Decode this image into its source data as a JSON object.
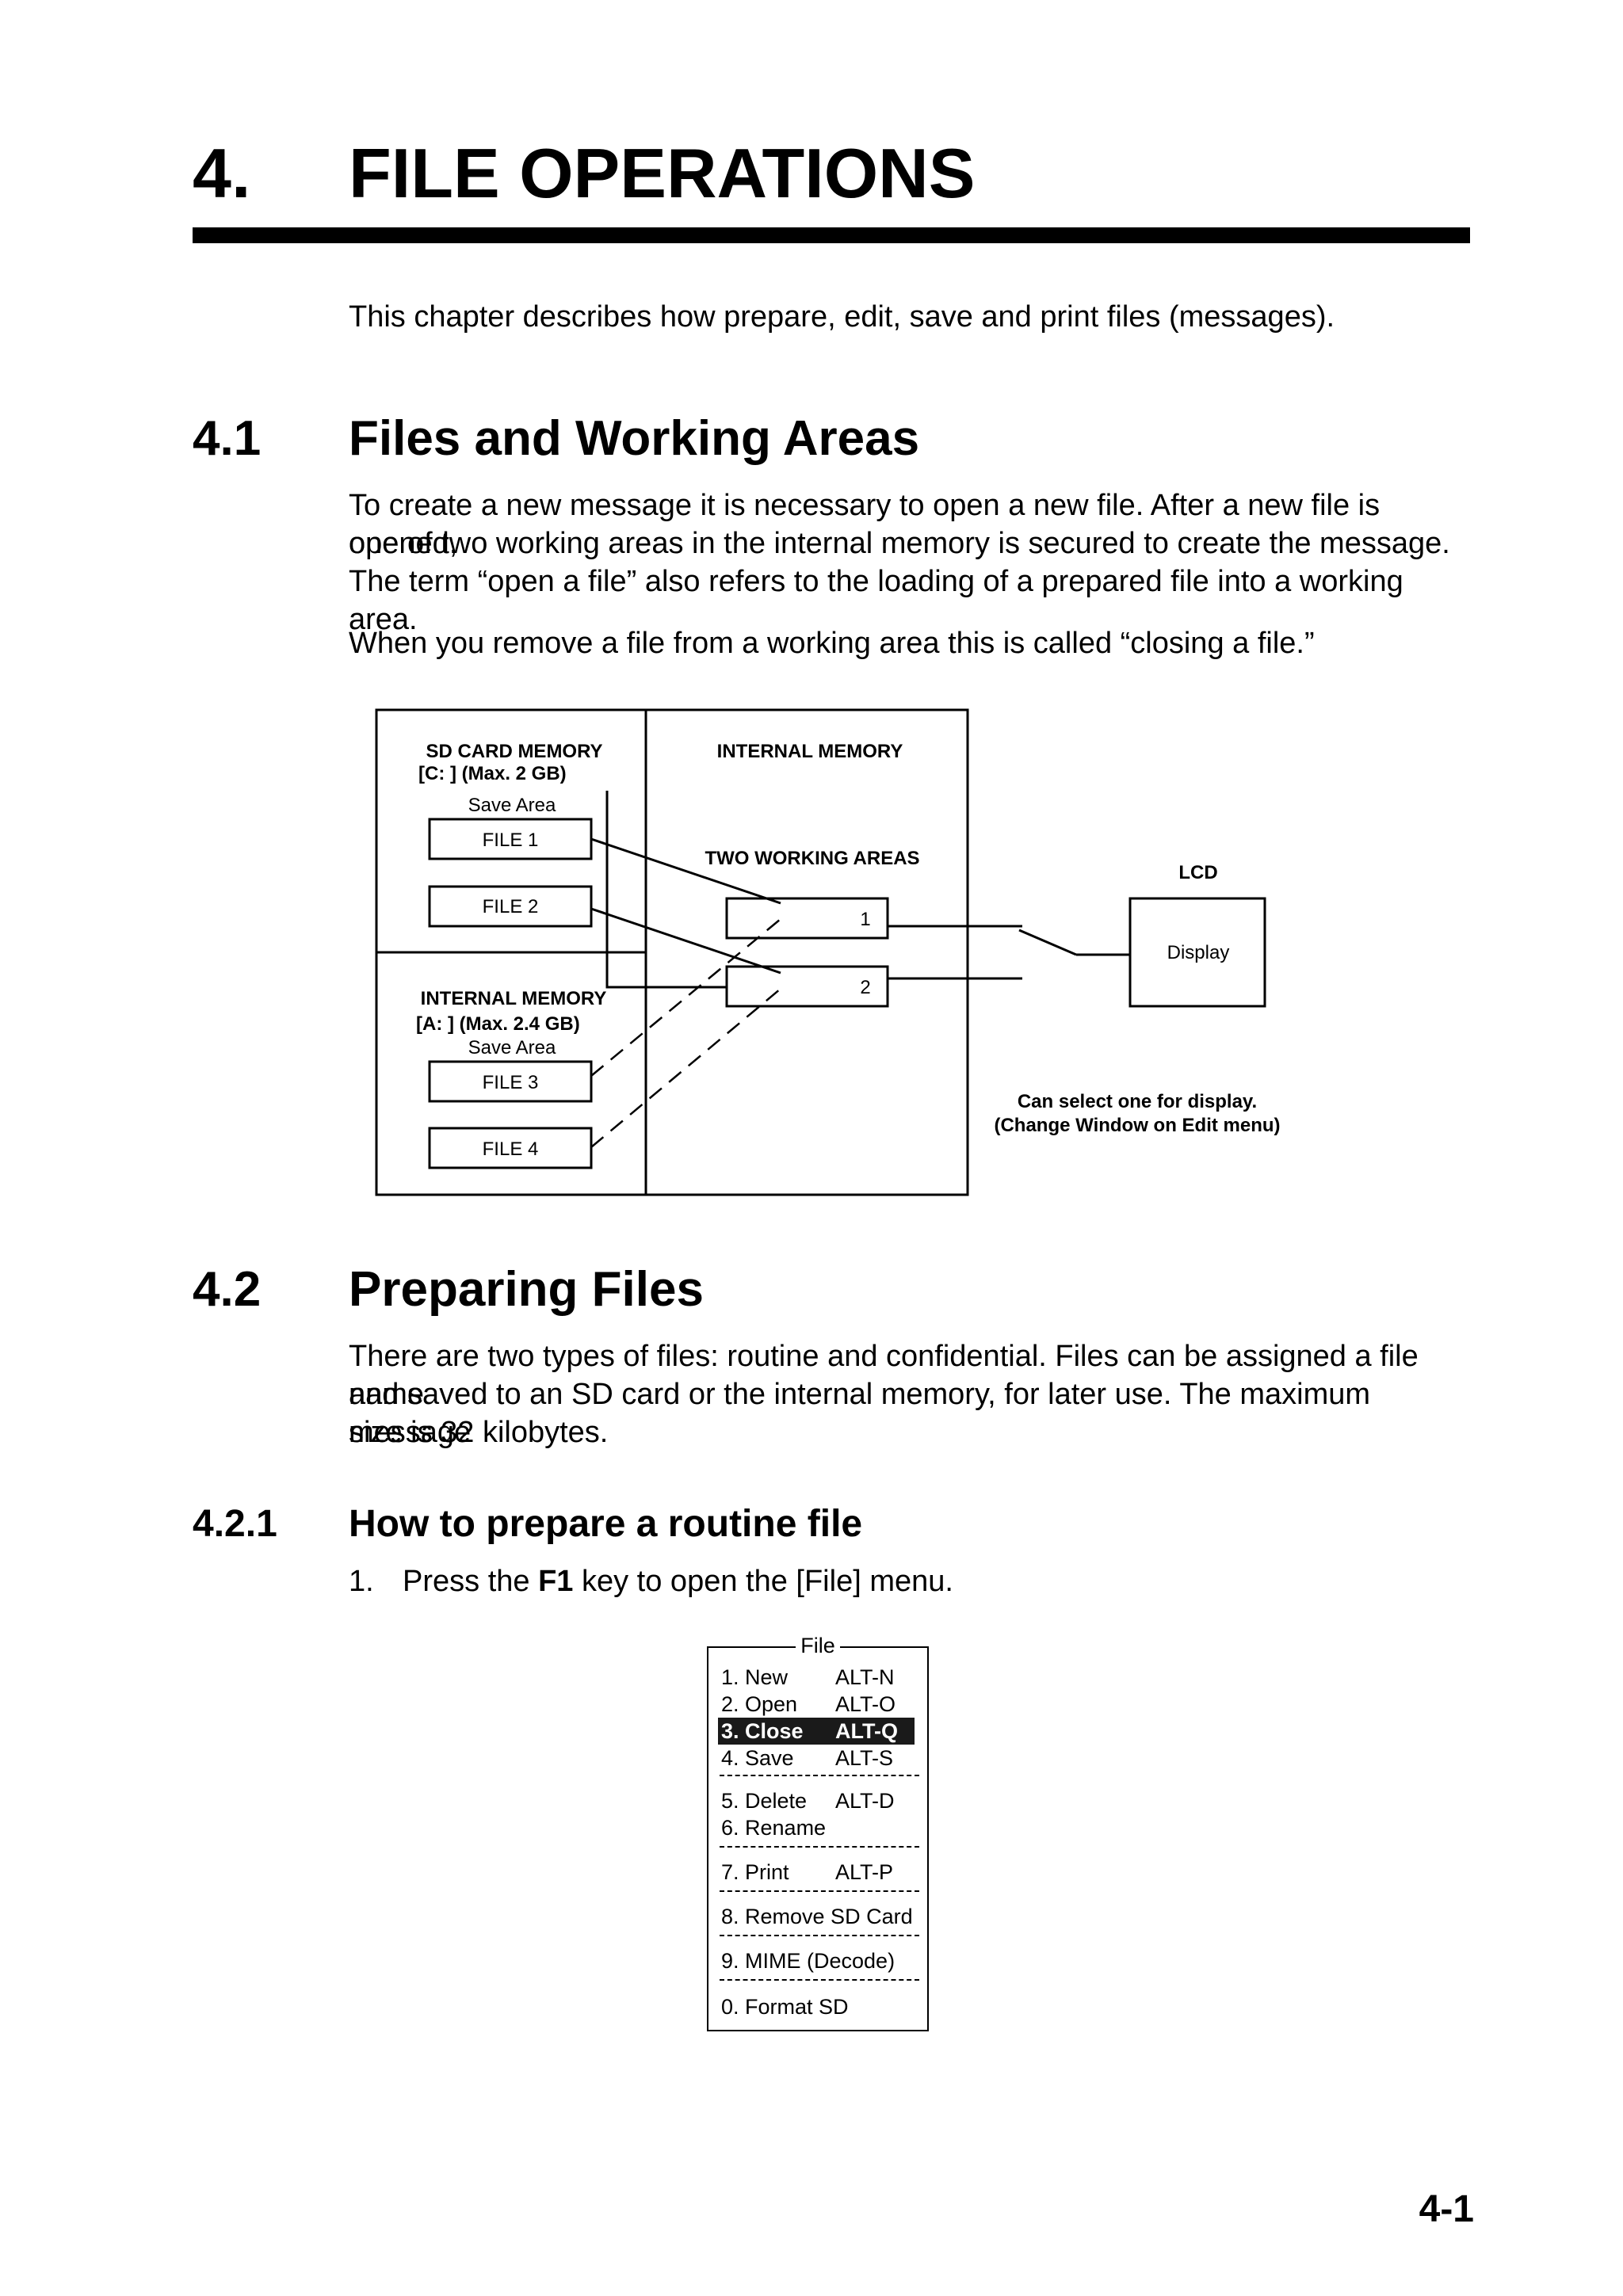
{
  "chapter": {
    "number": "4.",
    "title": "FILE OPERATIONS",
    "intro": "This chapter describes how prepare, edit, save and print files (messages)."
  },
  "section_4_1": {
    "number": "4.1",
    "title": "Files and Working Areas",
    "para1_line1": "To create a new message it is necessary to open a new file. After a new file is opened,",
    "para1_line2": "one of two working areas in the internal memory is secured to create the message.",
    "para1_line3": "The term “open a file” also refers to the loading of a prepared file into a working area.",
    "para2": "When you remove a file from a working area this is called “closing a file.”"
  },
  "diagram": {
    "sd_card_title": "SD CARD MEMORY",
    "sd_card_sub": "[C: ] (Max. 2 GB)",
    "sd_save_area": "Save Area",
    "file1": "FILE 1",
    "file2": "FILE 2",
    "int_mem_left_title": "INTERNAL MEMORY",
    "int_mem_left_sub": "[A: ] (Max. 2.4 GB)",
    "int_save_area": "Save Area",
    "file3": "FILE 3",
    "file4": "FILE 4",
    "internal_memory": "INTERNAL MEMORY",
    "two_working_areas": "TWO WORKING AREAS",
    "area1": "1",
    "area2": "2",
    "lcd": "LCD",
    "display": "Display",
    "note_line1": "Can select one for display.",
    "note_line2": "(Change Window on Edit menu)"
  },
  "section_4_2": {
    "number": "4.2",
    "title": "Preparing Files",
    "line1": "There are two types of files: routine and confidential. Files can be assigned a file name",
    "line2": "and saved to an SD card or the internal memory, for later use. The maximum message",
    "line3": "size is 32 kilobytes."
  },
  "section_4_2_1": {
    "number": "4.2.1",
    "title": "How to prepare a routine file",
    "step1_num": "1.",
    "step1_pre": "Press the ",
    "step1_key": "F1",
    "step1_post": " key to open the [File] menu."
  },
  "file_menu": {
    "title": "File",
    "items": [
      {
        "label": "1. New",
        "shortcut": "ALT-N"
      },
      {
        "label": "2. Open",
        "shortcut": "ALT-O"
      },
      {
        "label": "3. Close",
        "shortcut": "ALT-Q"
      },
      {
        "label": "4. Save",
        "shortcut": "ALT-S"
      },
      {
        "label": "5. Delete",
        "shortcut": "ALT-D"
      },
      {
        "label": "6. Rename",
        "shortcut": ""
      },
      {
        "label": "7. Print",
        "shortcut": "ALT-P"
      },
      {
        "label": "8. Remove SD Card",
        "shortcut": ""
      },
      {
        "label": "9. MIME (Decode)",
        "shortcut": ""
      },
      {
        "label": "0. Format SD",
        "shortcut": ""
      }
    ],
    "selected_index": 2
  },
  "page_number": "4-1"
}
